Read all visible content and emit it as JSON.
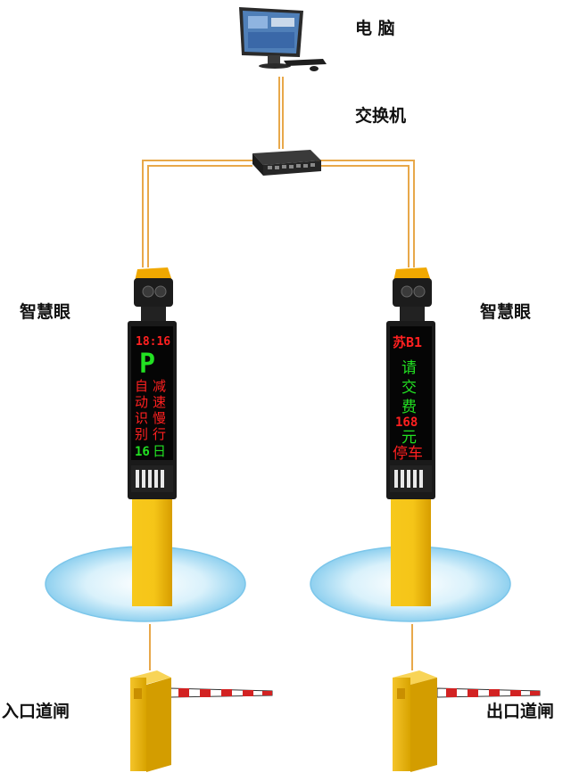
{
  "labels": {
    "computer": "电 脑",
    "switch": "交换机",
    "camera_left": "智慧眼",
    "camera_right": "智慧眼",
    "entrance_gate": "入口道闸",
    "exit_gate": "出口道闸"
  },
  "left_display": {
    "time": "18:16",
    "parking_symbol": "P",
    "col_a": [
      "自",
      "动",
      "识",
      "别"
    ],
    "col_b": [
      "减",
      "速",
      "慢",
      "行"
    ],
    "count": "16",
    "day": "日"
  },
  "right_display": {
    "plate": "苏B1",
    "lines_green": [
      "请",
      "交",
      "费"
    ],
    "amount": "168",
    "unit": "元",
    "footer": "停车"
  },
  "colors": {
    "cable": "#e8a84a",
    "post": "#f5c518",
    "post_shade": "#e0a800",
    "led_red": "#ff2020",
    "led_green": "#22e022",
    "screen": "#0a0a0a",
    "halo": "#bfe6f7",
    "boom_stripe": "#d22222"
  }
}
